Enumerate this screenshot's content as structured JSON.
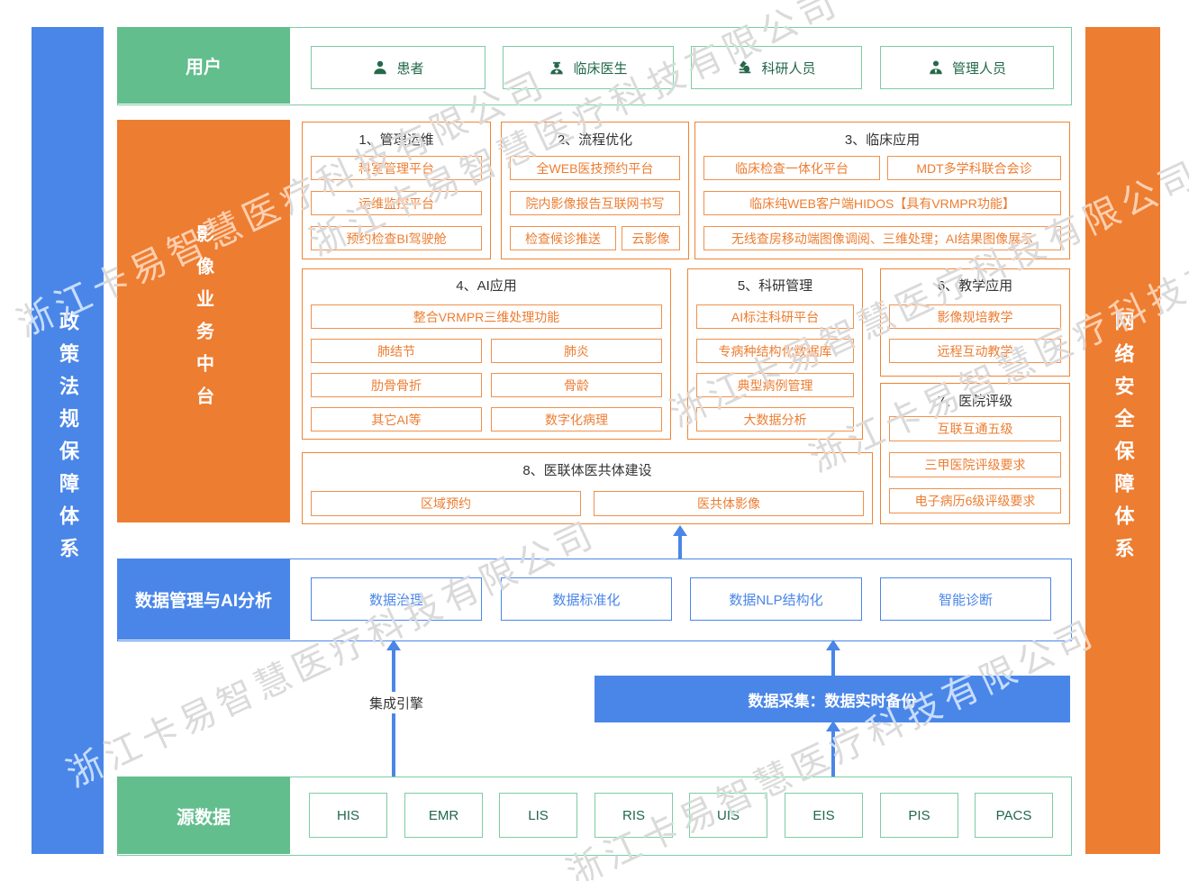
{
  "watermark": "浙江卡易智慧医疗科技有限公司",
  "left_sidebar": "政策法规保障体系",
  "right_sidebar": "网络安全保障体系",
  "users_row": {
    "label": "用户",
    "items": [
      {
        "name": "患者",
        "icon": "patient-icon"
      },
      {
        "name": "临床医生",
        "icon": "doctor-icon"
      },
      {
        "name": "科研人员",
        "icon": "microscope-icon"
      },
      {
        "name": "管理人员",
        "icon": "admin-icon"
      }
    ]
  },
  "platform": {
    "label": "影像业务中台",
    "sections": [
      {
        "title": "1、管理运维",
        "items": [
          "科室管理平台",
          "运维监控平台",
          "预约检查BI驾驶舱"
        ]
      },
      {
        "title": "2、流程优化",
        "items": [
          "全WEB医技预约平台",
          "院内影像报告互联网书写",
          "检查候诊推送",
          "云影像"
        ]
      },
      {
        "title": "3、临床应用",
        "items": [
          "临床检查一体化平台",
          "MDT多学科联合会诊",
          "临床纯WEB客户端HIDOS【具有VRMPR功能】",
          "无线查房移动端图像调阅、三维处理；AI结果图像展示"
        ]
      },
      {
        "title": "4、AI应用",
        "items": [
          "整合VRMPR三维处理功能",
          "肺结节",
          "肺炎",
          "肋骨骨折",
          "骨龄",
          "其它AI等",
          "数字化病理"
        ]
      },
      {
        "title": "5、科研管理",
        "items": [
          "AI标注科研平台",
          "专病种结构化数据库",
          "典型病例管理",
          "大数据分析"
        ]
      },
      {
        "title": "6、教学应用",
        "items": [
          "影像规培教学",
          "远程互动教学"
        ]
      },
      {
        "title": "7、医院评级",
        "items": [
          "互联互通五级",
          "三甲医院评级要求",
          "电子病历6级评级要求"
        ]
      },
      {
        "title": "8、医联体医共体建设",
        "items": [
          "区域预约",
          "医共体影像"
        ]
      }
    ]
  },
  "data_ai_row": {
    "label": "数据管理与AI分析",
    "items": [
      "数据治理",
      "数据标准化",
      "数据NLP结构化",
      "智能诊断"
    ]
  },
  "middle": {
    "integration_engine": "集成引擎",
    "data_collection": "数据采集：数据实时备份"
  },
  "source_row": {
    "label": "源数据",
    "items": [
      "HIS",
      "EMR",
      "LIS",
      "RIS",
      "UIS",
      "EIS",
      "PIS",
      "PACS"
    ]
  },
  "colors": {
    "blue": "#4A86E8",
    "green": "#63BE8D",
    "orange": "#ED7D31",
    "dark_green_text": "#21684A",
    "title_text": "#333333",
    "watermark": "#DADADA"
  }
}
